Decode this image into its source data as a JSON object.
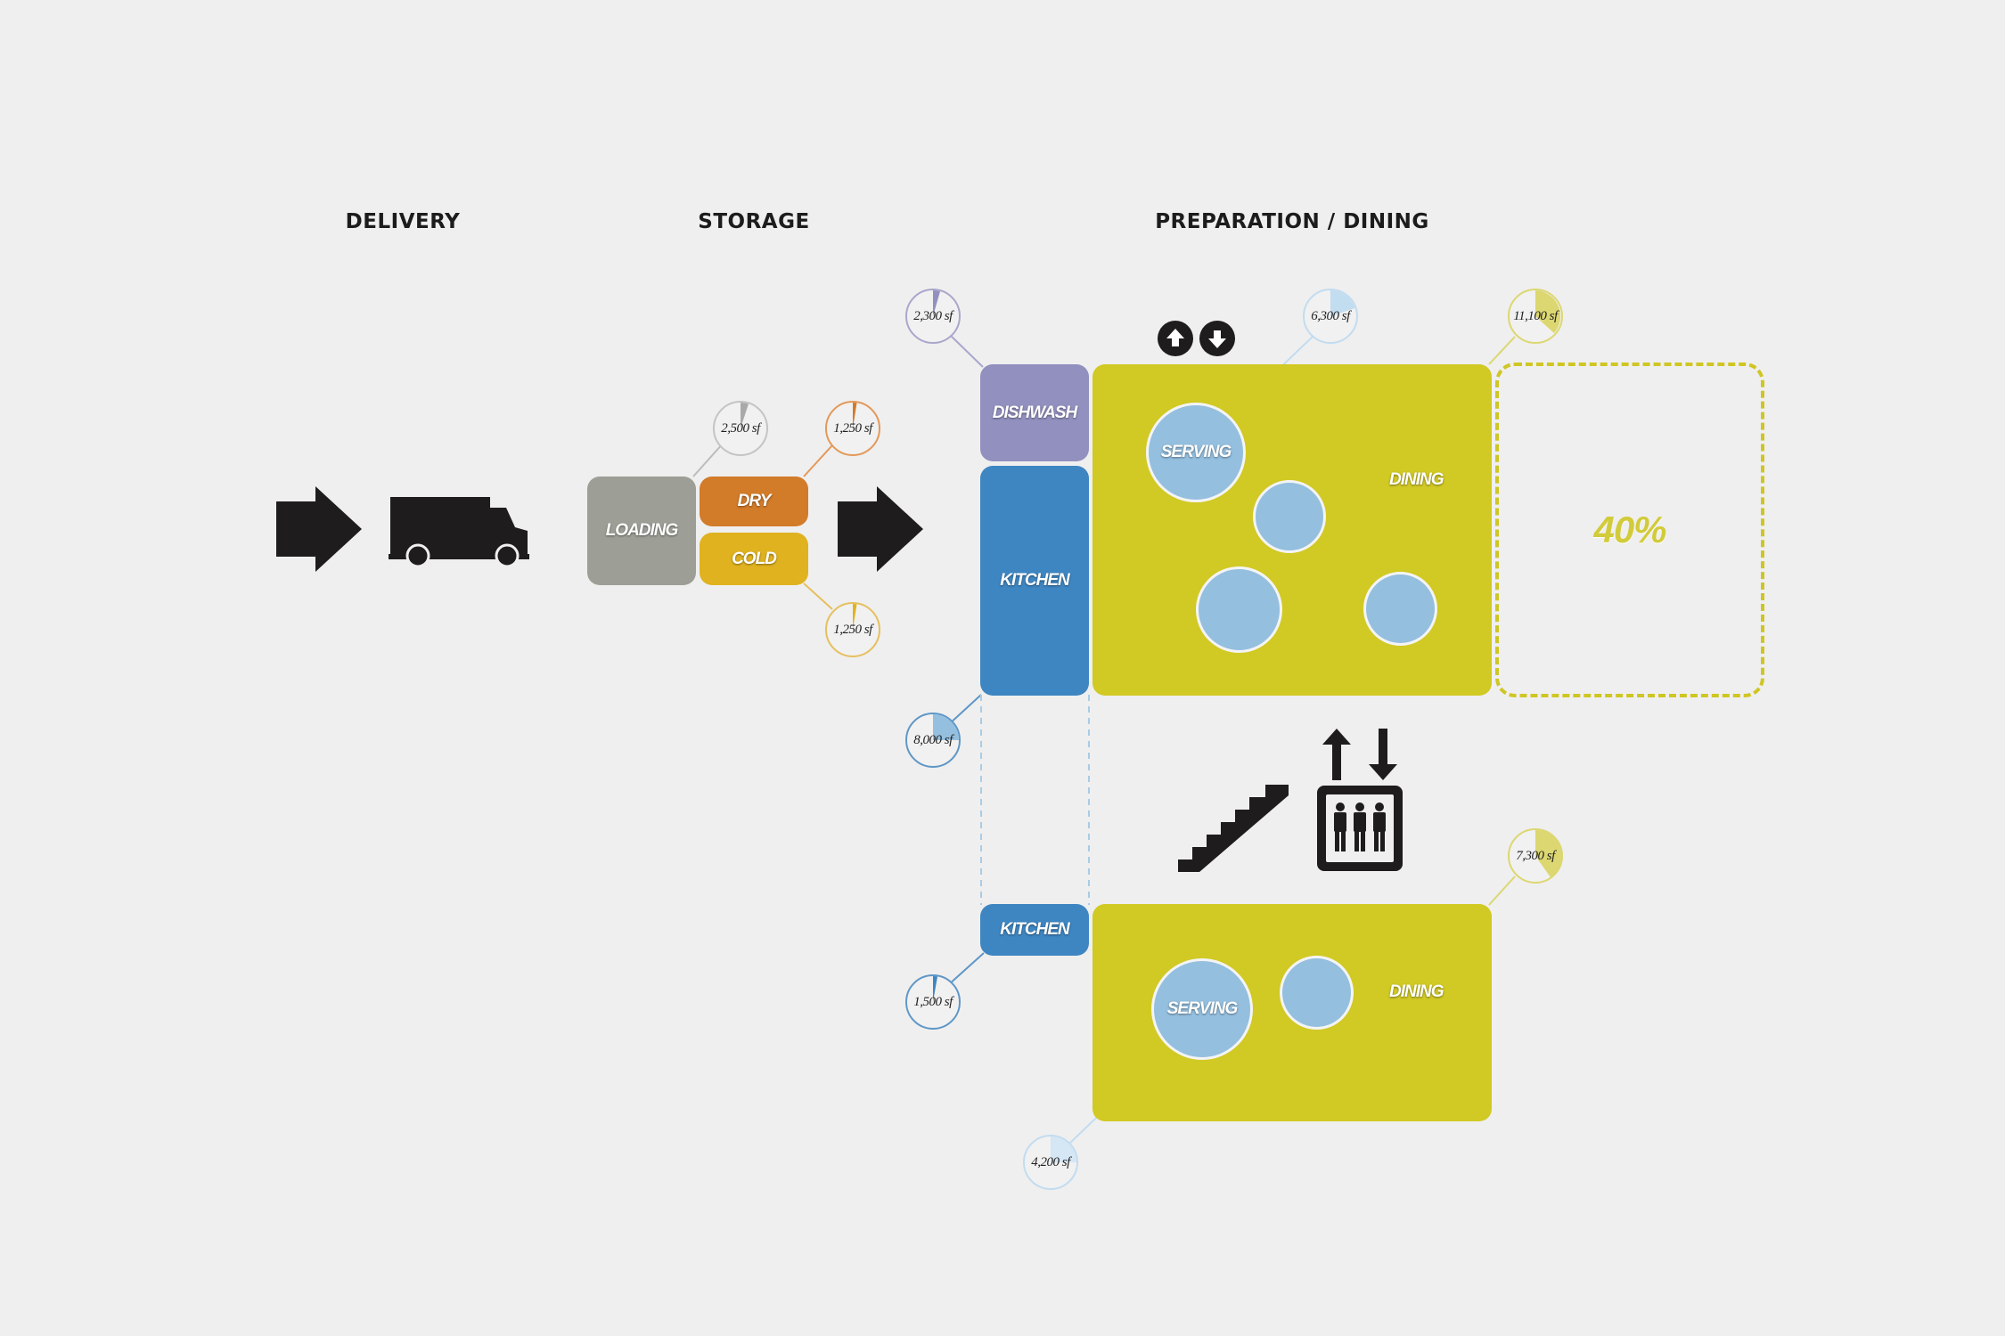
{
  "headings": {
    "delivery": "DELIVERY",
    "storage": "STORAGE",
    "prep_dining": "PREPARATION / DINING"
  },
  "spaces": {
    "loading": "LOADING",
    "dry": "DRY",
    "cold": "COLD",
    "dishwash": "DISHWASH",
    "kitchen_upper": "KITCHEN",
    "kitchen_lower": "KITCHEN",
    "dining_upper": "DINING",
    "dining_lower": "DINING",
    "serving_upper": "SERVING",
    "serving_lower": "SERVING",
    "expansion_percent": "40%"
  },
  "areas": {
    "loading": "2,500 sf",
    "dry": "1,250 sf",
    "cold": "1,250 sf",
    "dishwash": "2,300 sf",
    "serving_upper": "6,300 sf",
    "dining_upper": "11,100 sf",
    "kitchen_upper": "8,000 sf",
    "dining_lower": "7,300 sf",
    "kitchen_lower": "1,500 sf",
    "serving_lower": "4,200 sf"
  },
  "colors": {
    "loading": "#9d9e96",
    "dry": "#d27b29",
    "cold": "#e0b21f",
    "dishwash": "#9290bf",
    "kitchen": "#3e86c2",
    "dining": "#d1c924",
    "table": "#94bfdf",
    "icon": "#1e1c1d"
  },
  "icons": [
    "arrow-right-icon",
    "delivery-truck-icon",
    "up-arrow-icon",
    "down-arrow-icon",
    "stairs-icon",
    "elevator-icon"
  ]
}
